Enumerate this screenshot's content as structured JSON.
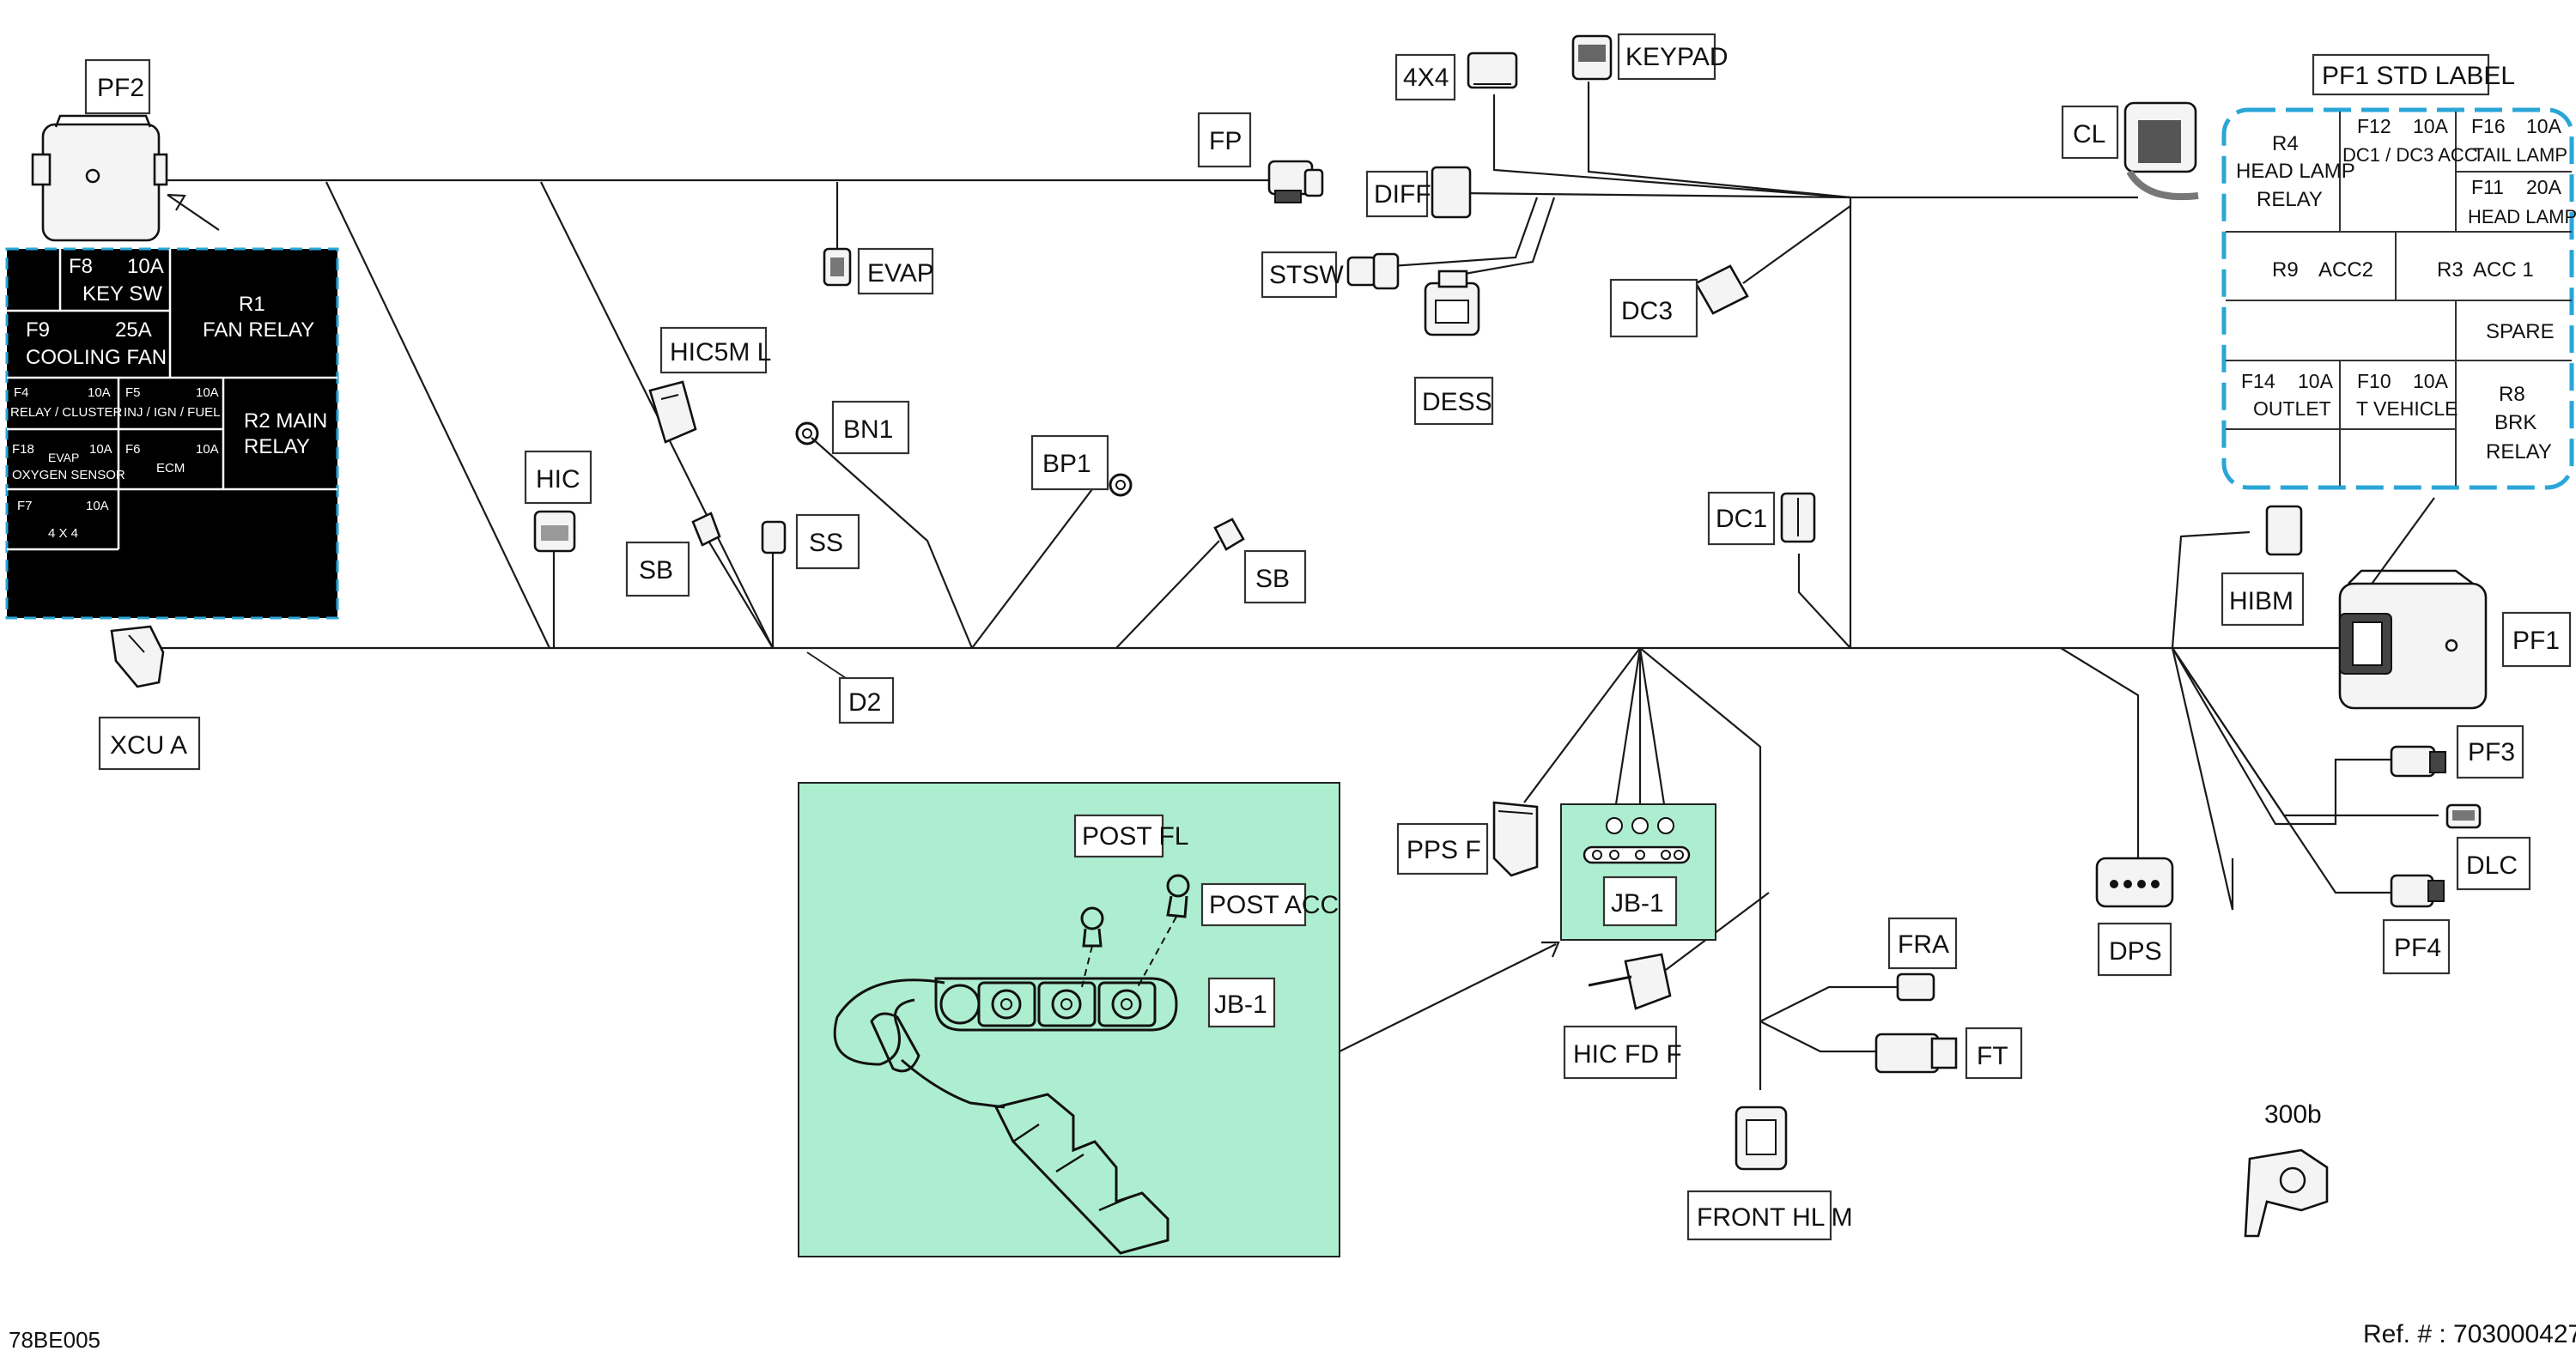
{
  "labels": {
    "pf2": "PF2",
    "fp": "FP",
    "evap": "EVAP",
    "hic5m": "HIC5M L",
    "bn1": "BN1",
    "bp1": "BP1",
    "hic": "HIC",
    "sb1": "SB",
    "ss": "SS",
    "sb2": "SB",
    "d2": "D2",
    "xcu": "XCU A",
    "x4": "4X4",
    "keypad": "KEYPAD",
    "diff": "DIFF",
    "stsw": "STSW",
    "dess": "DESS",
    "dc3": "DC3",
    "dc1": "DC1",
    "cl": "CL",
    "hibm": "HIBM",
    "pf1": "PF1",
    "pf3": "PF3",
    "dlc": "DLC",
    "pf4": "PF4",
    "dps": "DPS",
    "ppsf": "PPS F",
    "jb1_small": "JB-1",
    "fra": "FRA",
    "ft": "FT",
    "hicfd": "HIC FD F",
    "fronthl": "FRONT HL M",
    "postfl": "POST FL",
    "postacc": "POST ACC",
    "jb1_big": "JB-1",
    "p300b": "300b"
  },
  "pf2_fuse_box": {
    "f8": "F8",
    "f8_amp": "10A",
    "f8_name": "KEY SW",
    "f9": "F9",
    "f9_amp": "25A",
    "f9_name": "COOLING FAN",
    "r1": "R1",
    "r1_name": "FAN RELAY",
    "f4": "F4",
    "f4_amp": "10A",
    "f4_name": "RELAY / CLUSTER",
    "f5": "F5",
    "f5_amp": "10A",
    "f5_name": "INJ / IGN / FUEL",
    "r2": "R2 MAIN",
    "r2_name": "RELAY",
    "f18": "F18",
    "f18_sub": "EVAP",
    "f18_amp": "10A",
    "f18_name": "OXYGEN SENSOR",
    "f6": "F6",
    "f6_amp": "10A",
    "f6_name": "ECM",
    "f7": "F7",
    "f7_amp": "10A",
    "f7_name": "4 X 4"
  },
  "pf1_std_label": {
    "title": "PF1 STD LABEL",
    "r4": "R4",
    "r4_l1": "HEAD LAMP",
    "r4_l2": "RELAY",
    "f12": "F12",
    "f12_amp": "10A",
    "f12_name": "DC1 / DC3 ACC",
    "f16": "F16",
    "f16_amp": "10A",
    "f16_name": "TAIL LAMP",
    "f11": "F11",
    "f11_amp": "20A",
    "f11_name": "HEAD LAMP",
    "r9": "R9",
    "r9_name": "ACC2",
    "r3": "R3",
    "r3_name": "ACC 1",
    "spare": "SPARE",
    "f14": "F14",
    "f14_amp": "10A",
    "f14_name": "OUTLET",
    "f10": "F10",
    "f10_amp": "10A",
    "f10_name": "T VEHICLE",
    "r8": "R8",
    "r8_l1": "BRK",
    "r8_l2": "RELAY"
  },
  "footer": {
    "code": "78BE005",
    "ref": "Ref. # : 703000427"
  },
  "colors": {
    "jb_fill": "#aeeed0",
    "std_border": "#2aa6d6",
    "fuse_bg": "#000000"
  }
}
